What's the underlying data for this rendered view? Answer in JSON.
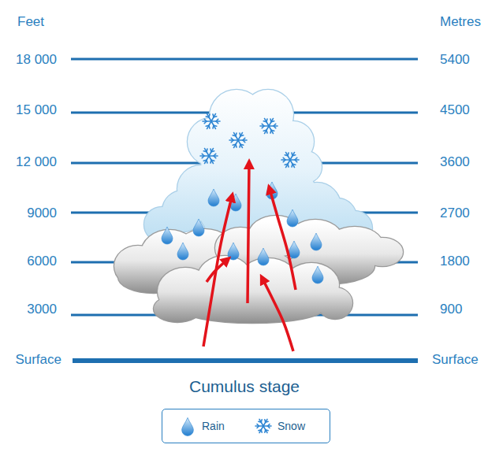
{
  "diagram": {
    "title": "Cumulus stage",
    "labels": [
      "Feet",
      "Metres",
      "18 000",
      "5400",
      "15 000",
      "4500",
      "12 000",
      "3600",
      "9000",
      "2700",
      "6000",
      "1800",
      "3000",
      "900",
      "Surface",
      "Surface"
    ],
    "legend": [
      {
        "text": "Rain"
      },
      {
        "text": "Snow"
      }
    ]
  }
}
